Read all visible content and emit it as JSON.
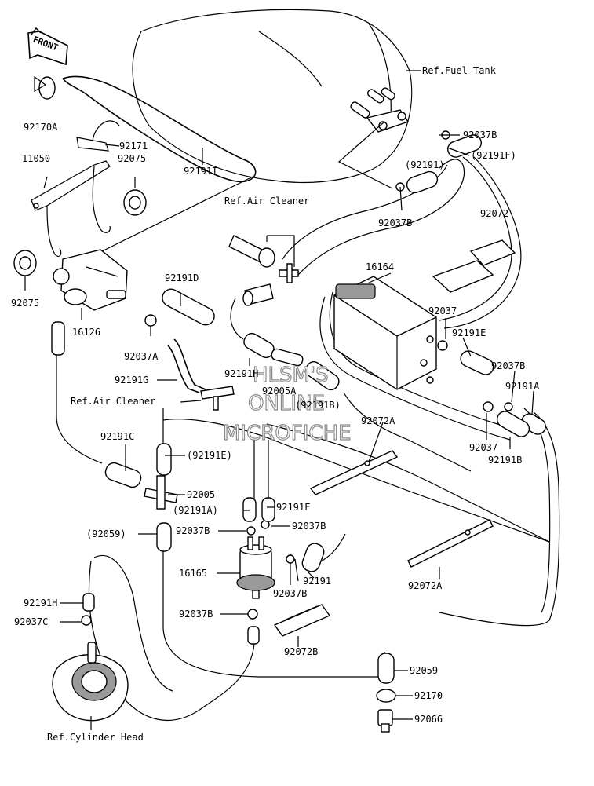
{
  "orientation_badge": "FRONT",
  "watermark": {
    "line1": "HLSM'S",
    "line2": "ONLINE",
    "line3": "MICROFICHE"
  },
  "references": {
    "fuel_tank": "Ref.Fuel Tank",
    "air_cleaner_top": "Ref.Air Cleaner",
    "air_cleaner_mid": "Ref.Air Cleaner",
    "cylinder_head": "Ref.Cylinder Head"
  },
  "parts": [
    "92170A",
    "92171",
    "11050",
    "92075",
    "92191I",
    "92075",
    "92037B",
    "(92191F)",
    "(92191)",
    "92037B",
    "92072",
    "92191D",
    "16126",
    "92037A",
    "92191G",
    "92191H",
    "92005A",
    "(92191B)",
    "16164",
    "92037",
    "92191E",
    "92037B",
    "92191A",
    "92037",
    "92191B",
    "92072A",
    "92191C",
    "(92191E)",
    "92005",
    "(92191A)",
    "92191F",
    "(92059)",
    "92037B",
    "92037B",
    "16165",
    "92191",
    "92037B",
    "92072A",
    "92191H",
    "92037C",
    "92037B",
    "92072B",
    "92059",
    "92170",
    "92066"
  ],
  "icons": [
    "front-arrow-icon"
  ]
}
